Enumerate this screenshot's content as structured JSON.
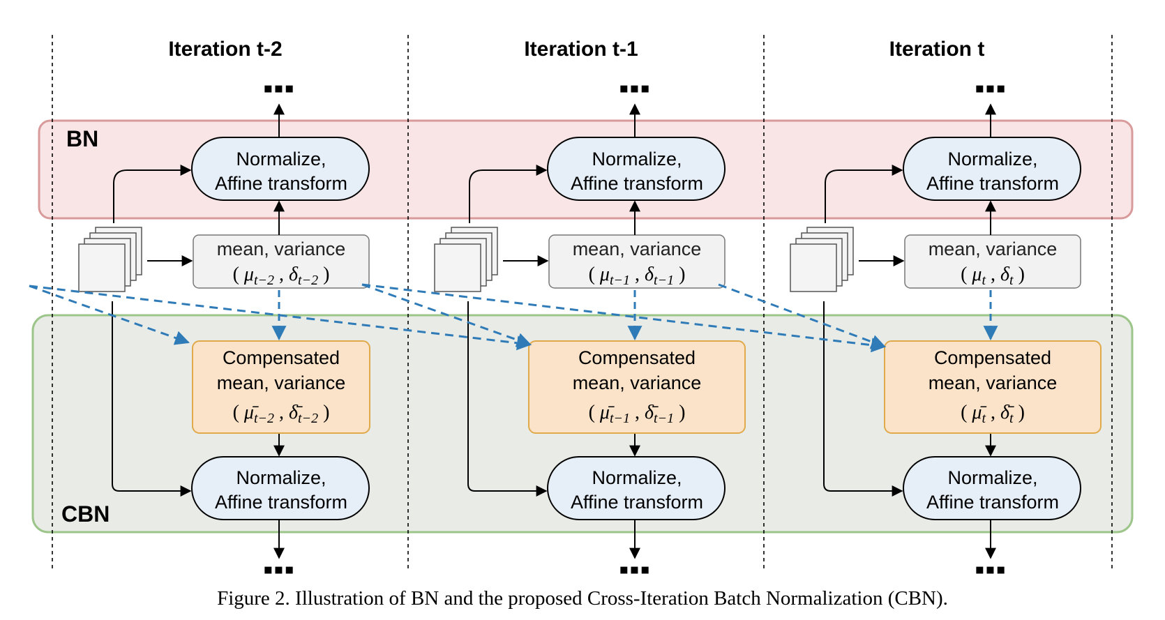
{
  "regions": {
    "bn_label": "BN",
    "cbn_label": "CBN",
    "bn_color": "#f9e5e5",
    "bn_border": "#d89a9a",
    "cbn_color": "#e8ebe6",
    "cbn_border": "#9cc58a"
  },
  "ellipsis": "▪▪▪",
  "iterations": [
    {
      "title": "Iteration t-2",
      "bn_box": [
        "Normalize,",
        "Affine transform"
      ],
      "stats_label": "mean, variance",
      "stats_math": {
        "mu": "μ",
        "delta": "δ",
        "sub": "t−2"
      },
      "comp_box": [
        "Compensated",
        "mean, variance"
      ],
      "comp_math": {
        "mu": "μ̄",
        "delta": "δ̄",
        "sub": "t−2"
      },
      "cbn_box": [
        "Normalize,",
        "Affine transform"
      ]
    },
    {
      "title": "Iteration t-1",
      "bn_box": [
        "Normalize,",
        "Affine transform"
      ],
      "stats_label": "mean, variance",
      "stats_math": {
        "mu": "μ",
        "delta": "δ",
        "sub": "t−1"
      },
      "comp_box": [
        "Compensated",
        "mean, variance"
      ],
      "comp_math": {
        "mu": "μ̄",
        "delta": "δ̄",
        "sub": "t−1"
      },
      "cbn_box": [
        "Normalize,",
        "Affine transform"
      ]
    },
    {
      "title": "Iteration t",
      "bn_box": [
        "Normalize,",
        "Affine transform"
      ],
      "stats_label": "mean, variance",
      "stats_math": {
        "mu": "μ",
        "delta": "δ",
        "sub": "t"
      },
      "comp_box": [
        "Compensated",
        "mean, variance"
      ],
      "comp_math": {
        "mu": "μ̄",
        "delta": "δ̄",
        "sub": "t"
      },
      "cbn_box": [
        "Normalize,",
        "Affine transform"
      ]
    }
  ],
  "caption": "Figure 2. Illustration of BN and the proposed Cross-Iteration Batch Normalization (CBN).",
  "colors": {
    "normalize_fill": "#e6eef8",
    "stats_fill": "#f2f2f2",
    "comp_fill": "#fbe3c9",
    "comp_border": "#e0a94a",
    "dashed_arrow": "#2f7bb8"
  }
}
